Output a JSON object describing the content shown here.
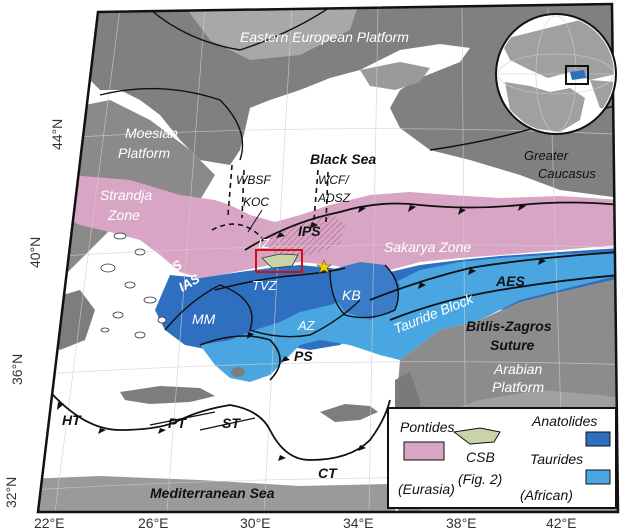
{
  "colors": {
    "land": "#7d7d7d",
    "land_light": "#a8a8a8",
    "sea": "#ffffff",
    "pontides": "#d8a6c4",
    "pontides_dark": "#b97aa0",
    "anatolides": "#2f6fc0",
    "taurides": "#4aa6e0",
    "csb": "#c9d3a8",
    "box": "#cc1111",
    "star": "#f5d000"
  },
  "regions": {
    "eastern_european_platform": "Eastern European Platform",
    "moesian_platform_1": "Moesian",
    "moesian_platform_2": "Platform",
    "black_sea": "Black Sea",
    "greater_caucasus_1": "Greater",
    "greater_caucasus_2": "Caucasus",
    "strandja_1": "Strandja",
    "strandja_2": "Zone",
    "sakarya_zone": "Sakarya Zone",
    "tauride_block": "Tauride Block",
    "bitlis_zagros_1": "Bitlis-Zagros",
    "bitlis_zagros_2": "Suture",
    "arabian_1": "Arabian",
    "arabian_2": "Platform",
    "mediterranean_sea": "Mediterranean Sea"
  },
  "abbreviations": {
    "wbsf": "WBSF",
    "koc": "KOC",
    "wcf_1": "WCF/",
    "wcf_2": "ADSZ",
    "iz": "IZ",
    "ips": "IPS",
    "vs": "VS",
    "ias": "IAS",
    "tvz": "TVZ",
    "kb": "KB",
    "aes": "AES",
    "mm": "MM",
    "az": "AZ",
    "ps": "PS",
    "ht": "HT",
    "pt": "PT",
    "st": "ST",
    "ct": "CT"
  },
  "legend": {
    "pontides": "Pontides",
    "eurasia": "(Eurasia)",
    "csb": "CSB",
    "csb_fig": "(Fig. 2)",
    "anatolides": "Anatolides",
    "taurides": "Taurides",
    "african": "(African)"
  },
  "axes": {
    "longitudes": [
      "22°E",
      "26°E",
      "30°E",
      "34°E",
      "38°E",
      "42°E"
    ],
    "latitudes": [
      "44°N",
      "40°N",
      "36°N",
      "32°N"
    ]
  },
  "inset": {
    "icon": "globe-locator-icon"
  }
}
